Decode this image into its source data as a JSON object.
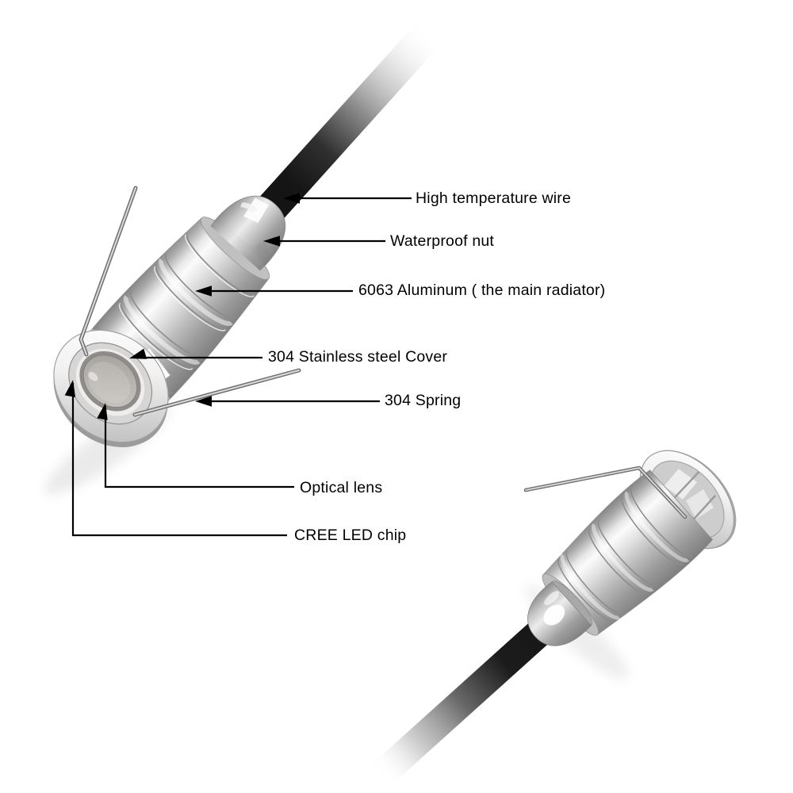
{
  "figures": [
    {
      "id": "fixture-main-view",
      "description_name": "led-light-front-left-view"
    },
    {
      "id": "fixture-rear-view",
      "description_name": "led-light-rear-right-view"
    }
  ],
  "callouts": [
    {
      "id": "high-temperature-wire",
      "label": "High temperature wire"
    },
    {
      "id": "waterproof-nut",
      "label": "Waterproof nut"
    },
    {
      "id": "aluminum-radiator",
      "label": "6063 Aluminum ( the main radiator)"
    },
    {
      "id": "stainless-steel-cover",
      "label": "304 Stainless steel Cover"
    },
    {
      "id": "spring",
      "label": "304 Spring"
    },
    {
      "id": "optical-lens",
      "label": "Optical lens"
    },
    {
      "id": "led-chip",
      "label": "CREE LED chip"
    }
  ],
  "colors": {
    "background": "#ffffff",
    "callout_line": "#000000",
    "label_text": "#000000",
    "metal_highlight": "#fbfbfb",
    "metal_mid": "#c0c0c0",
    "metal_shadow": "#848484",
    "cable_black": "#141414",
    "lens_gray": "#b3afab"
  }
}
